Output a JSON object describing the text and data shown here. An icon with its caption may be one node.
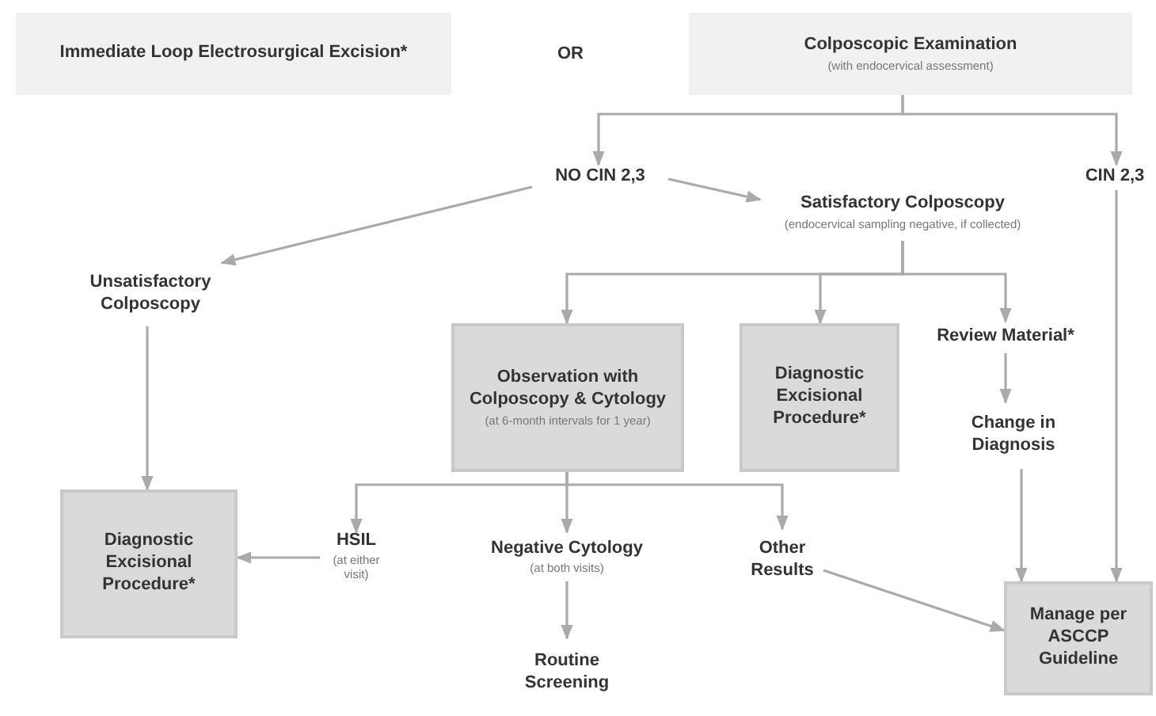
{
  "diagram": {
    "nodes": [
      {
        "text": [
          "Immediate Loop Electrosurgical Excision*"
        ]
      },
      {
        "text": [
          "Colposcopic Examination",
          "(with endocervical assessment)"
        ]
      },
      {
        "text": [
          "NO CIN 2,3"
        ]
      },
      {
        "text": [
          "CIN 2,3"
        ]
      },
      {
        "text": [
          "Satisfactory Colposcopy",
          "(endocervical sampling negative, if collected)"
        ]
      },
      {
        "text": [
          "Unsatisfactory Colposcopy"
        ]
      },
      {
        "text": [
          "Observation with Colposcopy & Cytology",
          "(at 6-month intervals for 1 year)"
        ]
      },
      {
        "text": [
          "Diagnostic Excisional Procedure*"
        ]
      },
      {
        "text": [
          "Review Material*"
        ]
      },
      {
        "text": [
          "Change in Diagnosis"
        ]
      },
      {
        "text": [
          "Diagnostic Excisional Procedure*"
        ]
      },
      {
        "text": [
          "HSIL",
          "(at either visit)"
        ]
      },
      {
        "text": [
          "Negative Cytology",
          "(at both visits)"
        ]
      },
      {
        "text": [
          "Other Results"
        ]
      },
      {
        "text": [
          "Manage per ASCCP Guideline"
        ]
      },
      {
        "text": [
          "Routine Screening"
        ]
      }
    ],
    "edges": [
      {
        "from": 1,
        "to": 2,
        "arrow": "to"
      },
      {
        "from": 1,
        "to": 3,
        "arrow": "to"
      },
      {
        "from": 2,
        "to": 4,
        "arrow": "to"
      },
      {
        "from": 2,
        "to": 5,
        "arrow": "to"
      },
      {
        "from": 4,
        "to": 6,
        "arrow": "to"
      },
      {
        "from": 4,
        "to": 7,
        "arrow": "to"
      },
      {
        "from": 4,
        "to": 8,
        "arrow": "to"
      },
      {
        "from": 8,
        "to": 9,
        "arrow": "to"
      },
      {
        "from": 5,
        "to": 10,
        "arrow": "to"
      },
      {
        "from": 6,
        "to": 11,
        "arrow": "to"
      },
      {
        "from": 6,
        "to": 12,
        "arrow": "to"
      },
      {
        "from": 6,
        "to": 13,
        "arrow": "to"
      },
      {
        "from": 11,
        "to": 10,
        "arrow": "to"
      },
      {
        "from": 12,
        "to": 15,
        "arrow": "to"
      },
      {
        "from": 13,
        "to": 14,
        "arrow": "to"
      },
      {
        "from": 9,
        "to": 14,
        "arrow": "to"
      },
      {
        "from": 3,
        "to": 14,
        "arrow": "to"
      }
    ],
    "labels": [
      "OR"
    ]
  }
}
